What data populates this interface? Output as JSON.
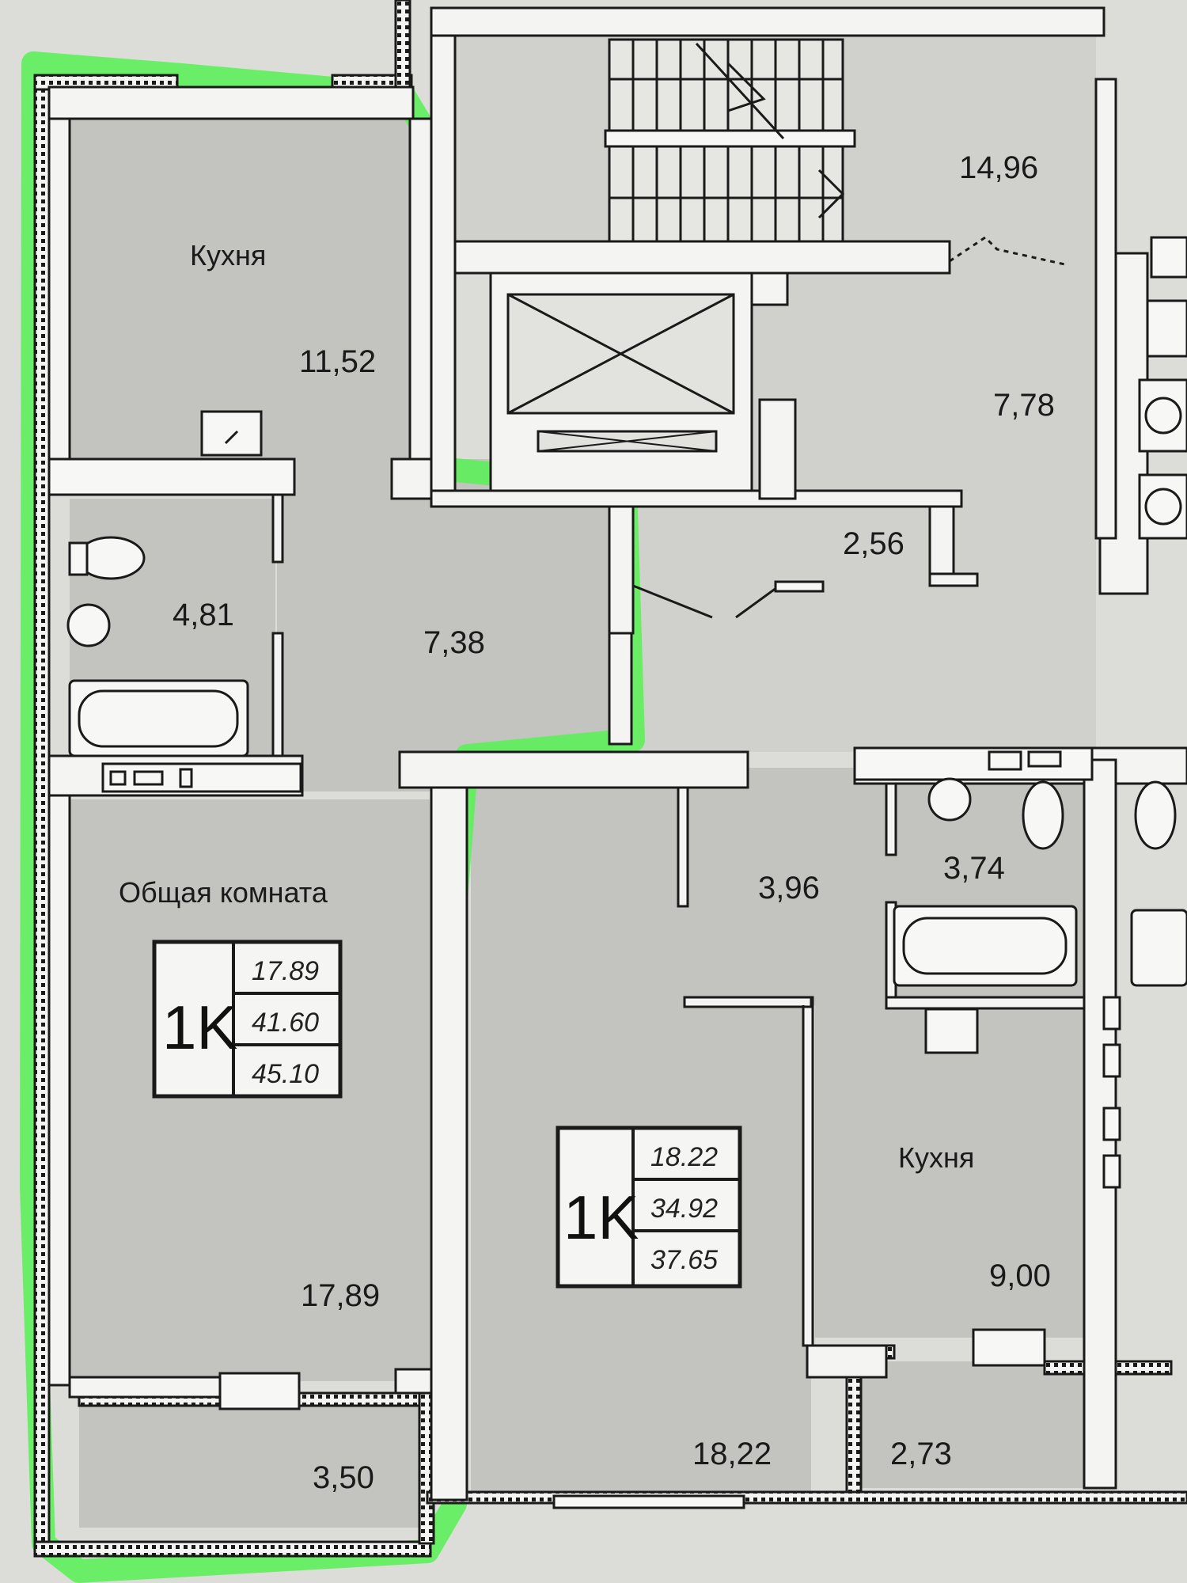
{
  "rooms": {
    "kitchen_left": {
      "name": "Кухня",
      "area": "11,52"
    },
    "stair_hall": {
      "area": "14,96"
    },
    "lift_hall": {
      "area": "7,78"
    },
    "vestibule": {
      "area": "2,56"
    },
    "bathroom_left": {
      "area": "4,81"
    },
    "hall_left": {
      "area": "7,38"
    },
    "living_left": {
      "name": "Общая комната",
      "area": "17,89"
    },
    "balcony_left": {
      "area": "3,50"
    },
    "hall_right": {
      "area": "3,96"
    },
    "bathroom_right": {
      "area": "3,74"
    },
    "kitchen_right": {
      "name": "Кухня",
      "area": "9,00"
    },
    "room_right": {
      "area": "18,22"
    },
    "balcony_right": {
      "area": "2,73"
    }
  },
  "apartments": {
    "left": {
      "type": "1K",
      "living": "17.89",
      "total": "41.60",
      "total_with_balcony": "45.10"
    },
    "right": {
      "type": "1K",
      "living": "18.22",
      "total": "34.92",
      "total_with_balcony": "37.65"
    }
  },
  "colors": {
    "highlight": "#5ef05a",
    "floor": "#c4c5c1",
    "wall": "#f4f4f2",
    "line": "#1a1a1a"
  }
}
